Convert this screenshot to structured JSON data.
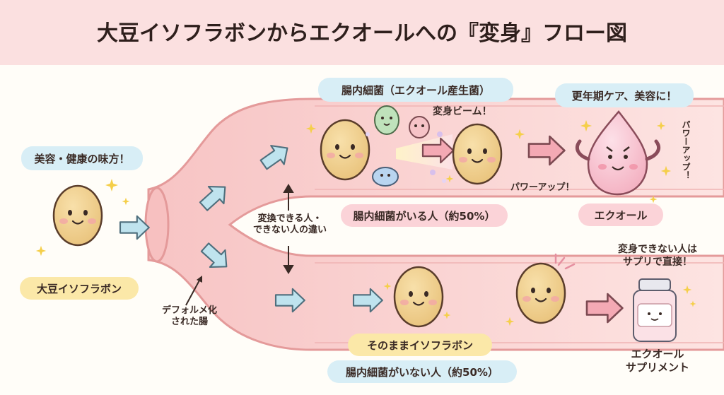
{
  "title": "大豆イソフラボンからエクオールへの『変身』フロー図",
  "labels": {
    "soy_bubble": "美容・健康の味方！",
    "soy_name": "大豆イソフラボン",
    "gut_note_1": "デフォルメ化",
    "gut_note_2": "された腸",
    "center_note_1": "変換できる人・",
    "center_note_2": "できない人の違い",
    "bacteria_bubble": "腸内細菌（エクオール産生菌）",
    "beam": "変身ビーム！",
    "power_up": "パワーアップ！",
    "power_up_vertical": "パワーアップ！",
    "equol_bubble": "更年期ケア、美容に！",
    "equol_name": "エクオール",
    "upper_path": "腸内細菌がいる人（約50%）",
    "lower_same": "そのままイソフラボン",
    "lower_path": "腸内細菌がいない人（約50%）",
    "supp_note_1": "変身できない人は",
    "supp_note_2": "サプリで直接！",
    "supp_name_1": "エクオール",
    "supp_name_2": "サプリメント"
  },
  "colors": {
    "title_band": "#fbe0e0",
    "gut_fill": "#f9d2d2",
    "gut_stroke": "#e89b9b",
    "arrow_blue": "#bfe3ee",
    "arrow_pink": "#f2a2ae",
    "bean": "#f2d394",
    "equol": "#f6c3cf"
  }
}
